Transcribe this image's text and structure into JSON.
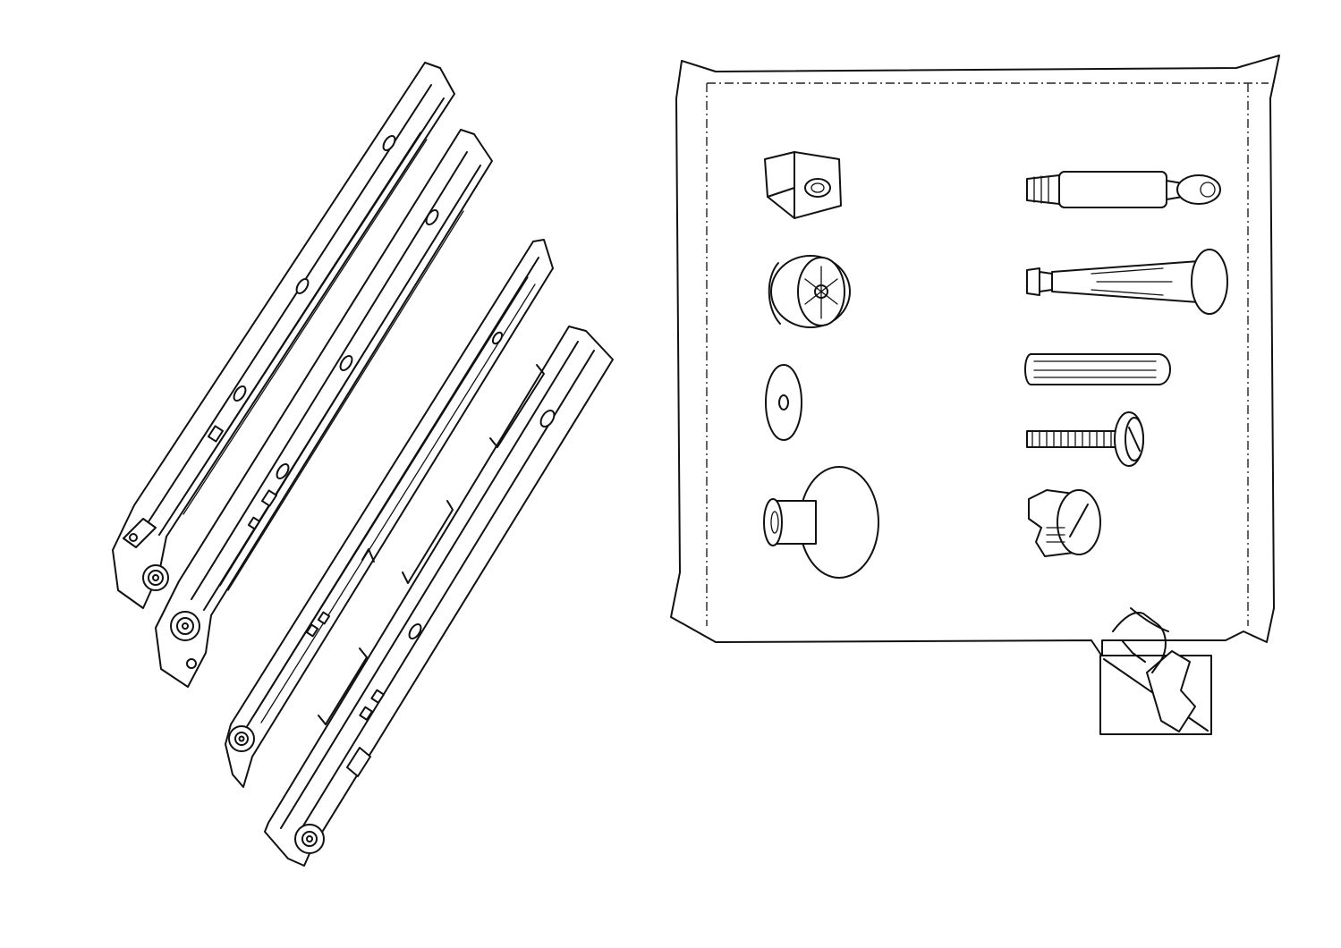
{
  "figure": {
    "background": "#ffffff",
    "line_color": "#111111",
    "drawer_slides": [
      {
        "name": "slide-1"
      },
      {
        "name": "slide-2"
      },
      {
        "name": "slide-3"
      },
      {
        "name": "slide-4"
      }
    ],
    "hardware_bag": {
      "left_column": [
        {
          "icon": "corner-cam-icon"
        },
        {
          "icon": "cam-lock-icon"
        },
        {
          "icon": "washer-icon"
        },
        {
          "icon": "knob-icon"
        }
      ],
      "right_column": [
        {
          "icon": "cam-bolt-icon"
        },
        {
          "icon": "cam-dowel-icon"
        },
        {
          "icon": "wood-dowel-icon"
        },
        {
          "icon": "screw-icon"
        },
        {
          "icon": "clip-cam-icon"
        }
      ]
    },
    "instruction_icon": "peel-sticker-icon"
  }
}
